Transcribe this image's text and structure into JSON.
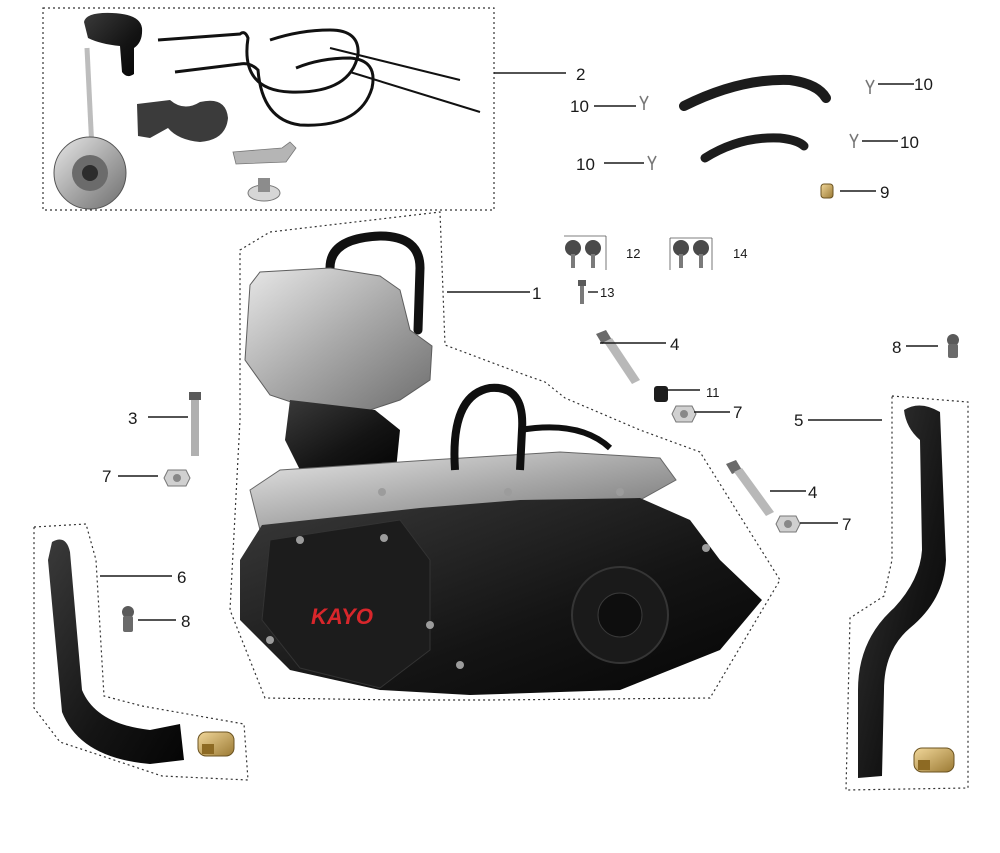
{
  "diagram": {
    "brand_logo": "KAYO",
    "callouts": [
      {
        "id": "c1",
        "label": "1"
      },
      {
        "id": "c2",
        "label": "2"
      },
      {
        "id": "c3",
        "label": "3"
      },
      {
        "id": "c4a",
        "label": "4"
      },
      {
        "id": "c4b",
        "label": "4"
      },
      {
        "id": "c5",
        "label": "5"
      },
      {
        "id": "c6",
        "label": "6"
      },
      {
        "id": "c7a",
        "label": "7"
      },
      {
        "id": "c7b",
        "label": "7"
      },
      {
        "id": "c7c",
        "label": "7"
      },
      {
        "id": "c8a",
        "label": "8"
      },
      {
        "id": "c8b",
        "label": "8"
      },
      {
        "id": "c9",
        "label": "9"
      },
      {
        "id": "c10a",
        "label": "10"
      },
      {
        "id": "c10b",
        "label": "10"
      },
      {
        "id": "c10c",
        "label": "10"
      },
      {
        "id": "c10d",
        "label": "10"
      },
      {
        "id": "c11",
        "label": "11"
      },
      {
        "id": "c12",
        "label": "12"
      },
      {
        "id": "c13",
        "label": "13"
      },
      {
        "id": "c14",
        "label": "14"
      }
    ]
  }
}
